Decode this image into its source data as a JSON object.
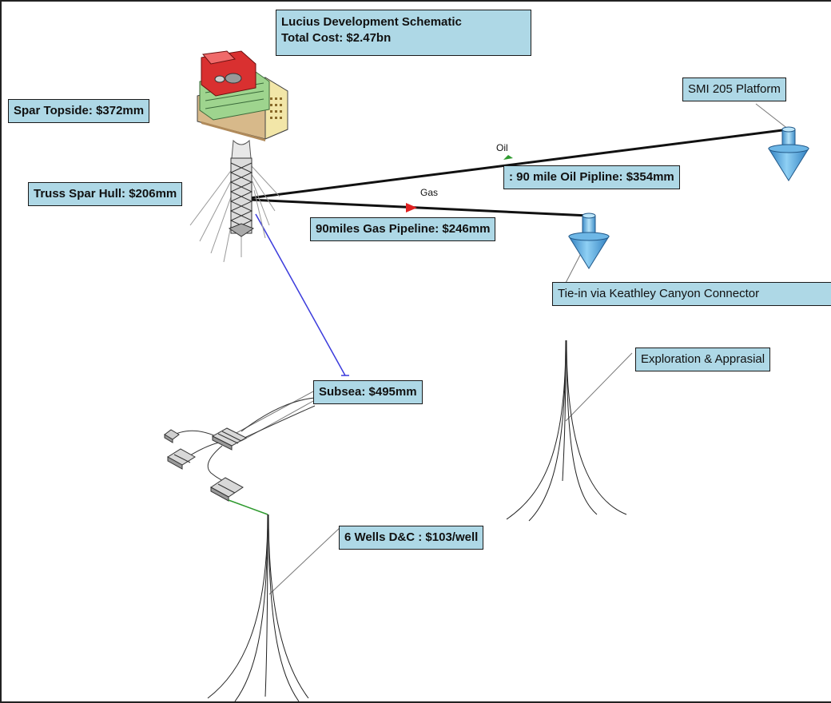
{
  "title": {
    "line1": "Lucius Development Schematic",
    "line2": "Total Cost: $2.47bn"
  },
  "labels": {
    "spar_topside": "Spar Topside: $372mm",
    "truss_hull": "Truss Spar Hull: $206mm",
    "oil_pipeline": ": 90 mile Oil Pipline: $354mm",
    "gas_pipeline": "90miles Gas Pipeline: $246mm",
    "smi_platform": "SMI 205 Platform",
    "tie_in": "Tie-in via Keathley Canyon Connector",
    "subsea": "Subsea: $495mm",
    "exploration": "Exploration & Apprasial",
    "wells": "6 Wells D&C : $103/well"
  },
  "flow_tags": {
    "oil": "Oil",
    "gas": "Gas"
  },
  "colors": {
    "label_fill": "#aed8e6",
    "subsea_line": "#3b3bdc",
    "well_line": "#2e9a2e",
    "gas_arrow": "#e02020",
    "connector_blue": "#5aaee0"
  },
  "icons": [
    "spar-platform-icon",
    "truss-hull-icon",
    "connector-cone-icon",
    "subsea-manifold-icon",
    "well-trajectory-icon"
  ]
}
